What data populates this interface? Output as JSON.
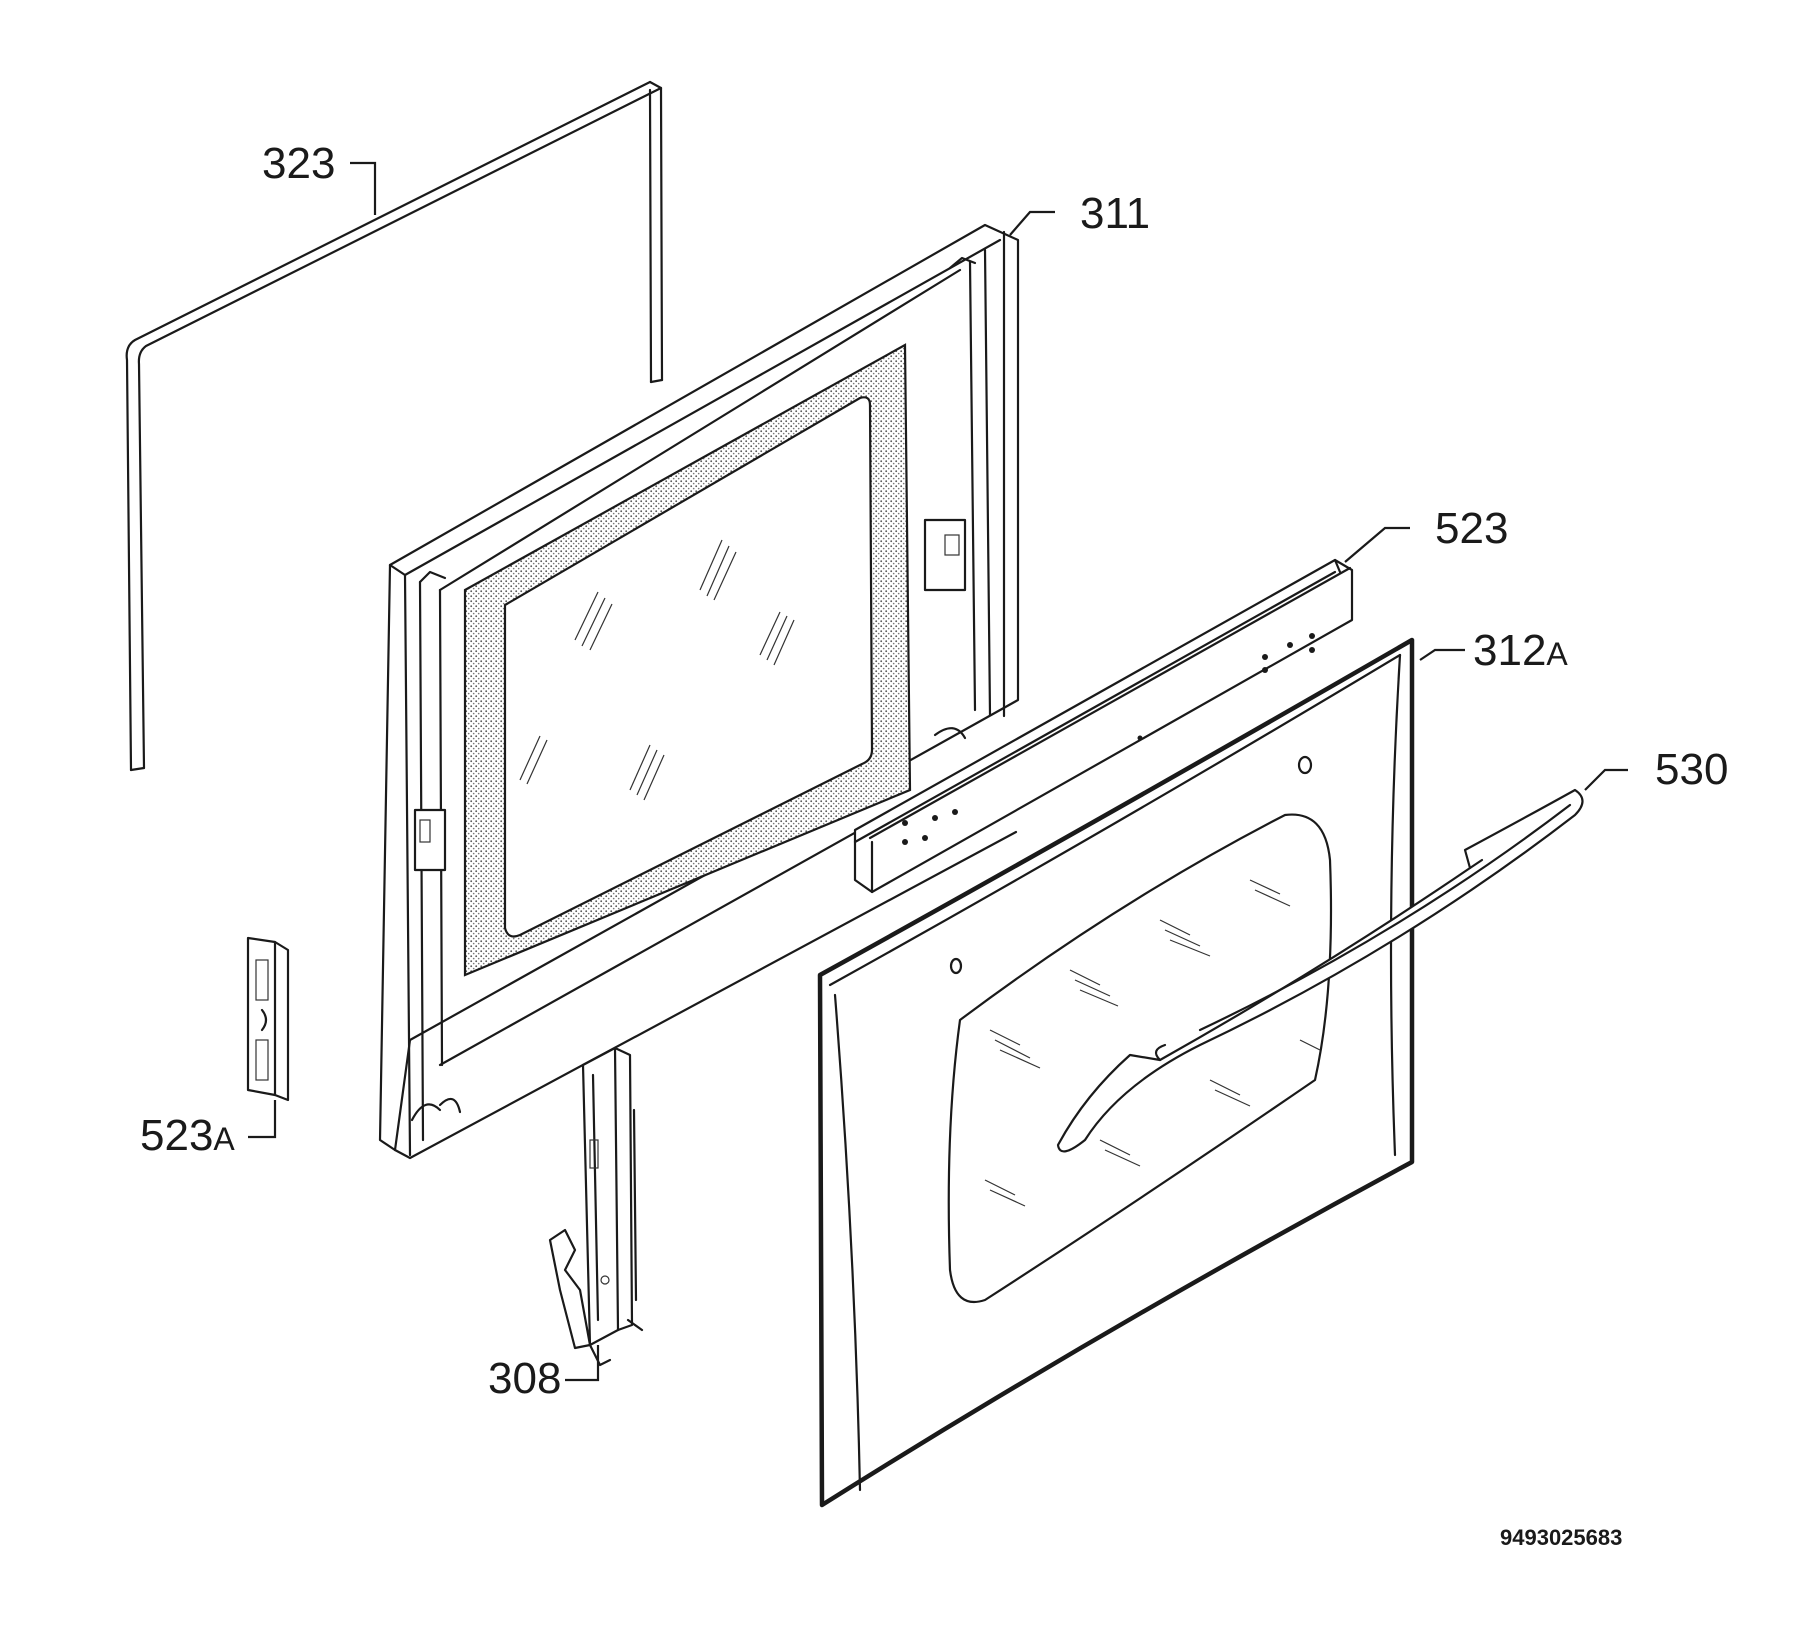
{
  "diagram": {
    "parts": [
      {
        "id": "323",
        "name": "door-seal",
        "label_main": "323",
        "label_suffix": ""
      },
      {
        "id": "311",
        "name": "inner-door-frame",
        "label_main": "311",
        "label_suffix": ""
      },
      {
        "id": "523",
        "name": "door-strip",
        "label_main": "523",
        "label_suffix": ""
      },
      {
        "id": "312A",
        "name": "outer-door-panel",
        "label_main": "312",
        "label_suffix": "A"
      },
      {
        "id": "530",
        "name": "door-handle",
        "label_main": "530",
        "label_suffix": ""
      },
      {
        "id": "523A",
        "name": "side-strip",
        "label_main": "523",
        "label_suffix": "A"
      },
      {
        "id": "308",
        "name": "door-hinge",
        "label_main": "308",
        "label_suffix": ""
      }
    ],
    "reference_code": "9493025683"
  }
}
